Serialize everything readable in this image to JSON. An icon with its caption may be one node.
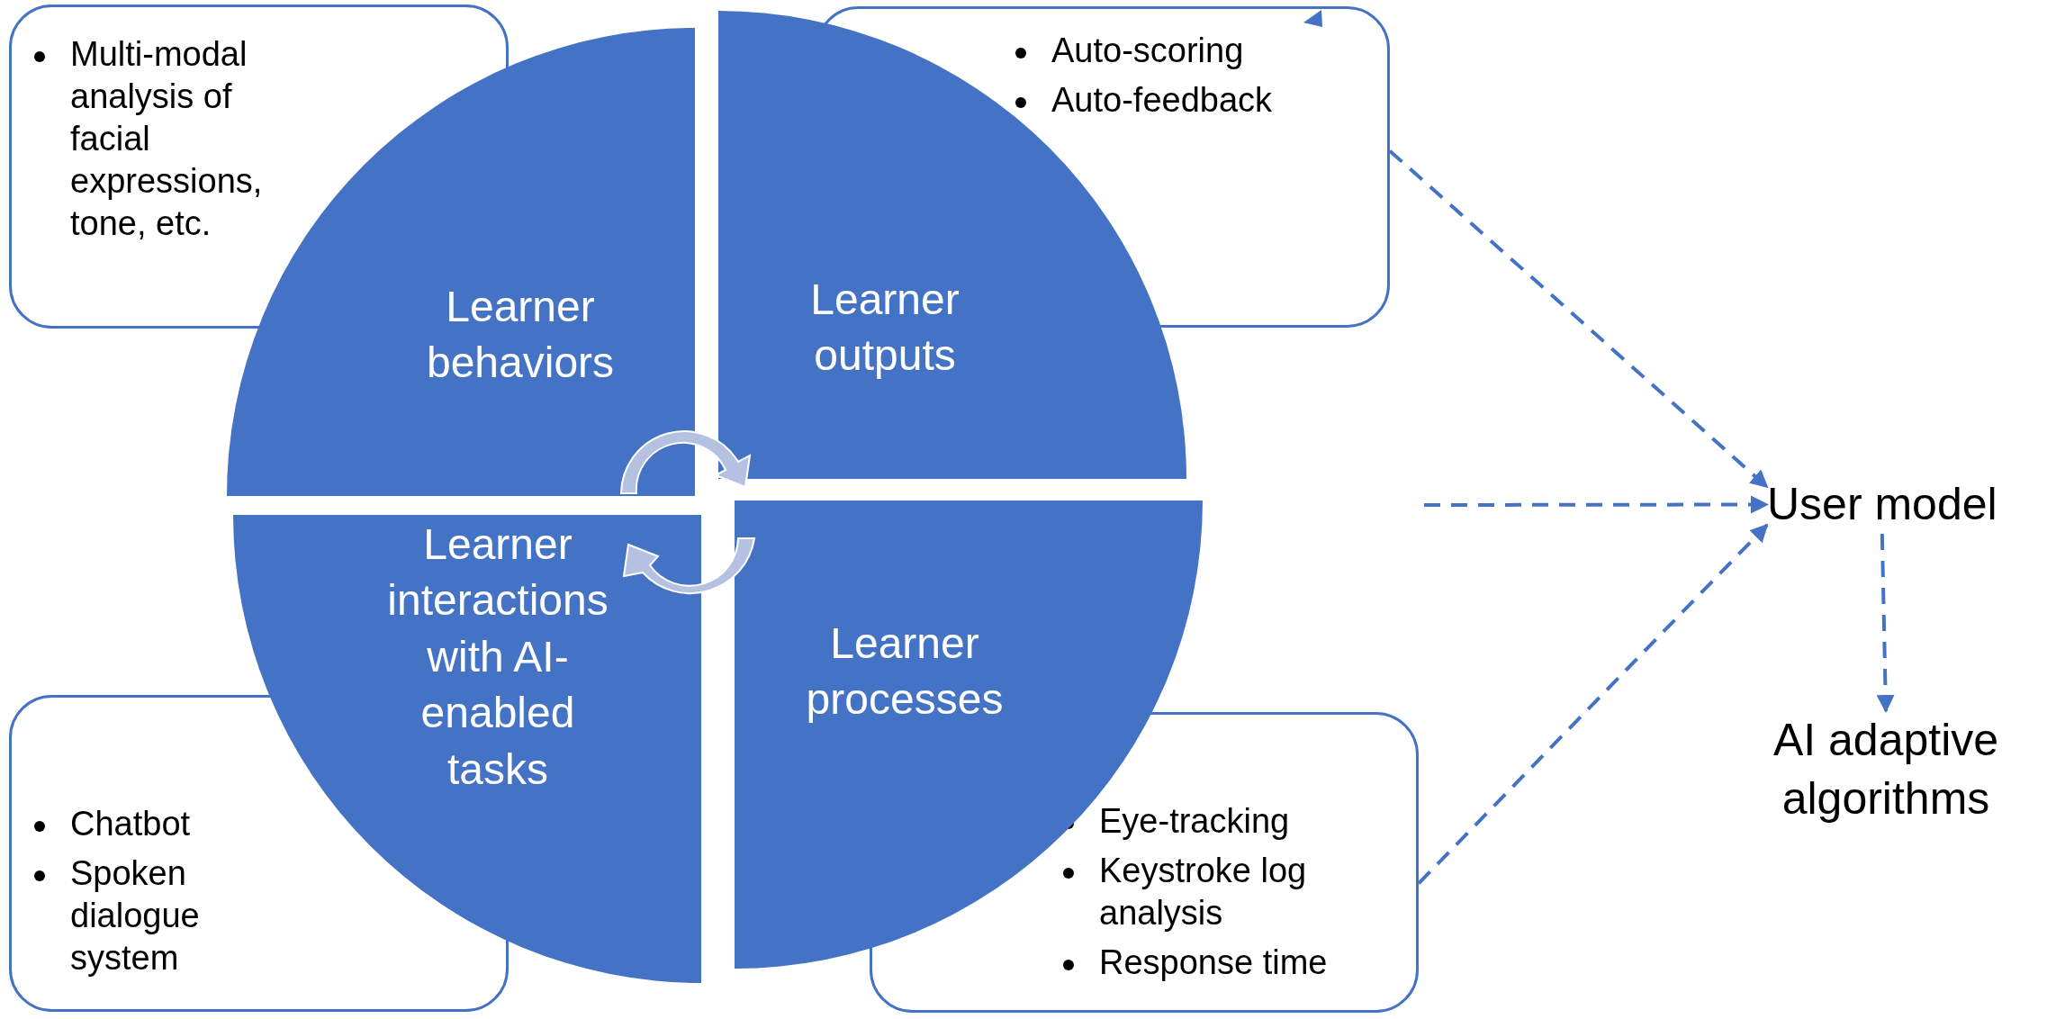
{
  "diagram": {
    "nodes": [
      {
        "text": [
          "Multi-modal analysis of facial expressions, tone, etc."
        ]
      },
      {
        "text": [
          "Learner behaviors"
        ]
      },
      {
        "text": [
          "Auto-scoring",
          "Auto-feedback"
        ]
      },
      {
        "text": [
          "Learner outputs"
        ]
      },
      {
        "text": [
          "Learner interactions with AI-enabled tasks"
        ]
      },
      {
        "text": [
          "Learner processes"
        ]
      },
      {
        "text": [
          "User model"
        ]
      },
      {
        "text": [
          "Chatbot",
          "Spoken dialogue system"
        ]
      },
      {
        "text": [
          "Eye-tracking",
          "Keystroke log analysis",
          "Response time"
        ]
      },
      {
        "text": [
          "AI adaptive algorithms"
        ]
      }
    ],
    "edges": [
      {
        "from": 2,
        "to": 6,
        "arrow": "to",
        "style": "dashed"
      },
      {
        "from": null,
        "to": 6,
        "arrow": "to",
        "style": "dashed"
      },
      {
        "from": 8,
        "to": 6,
        "arrow": "to",
        "style": "dashed"
      },
      {
        "from": 6,
        "to": 9,
        "arrow": "to",
        "style": "dashed"
      }
    ]
  }
}
